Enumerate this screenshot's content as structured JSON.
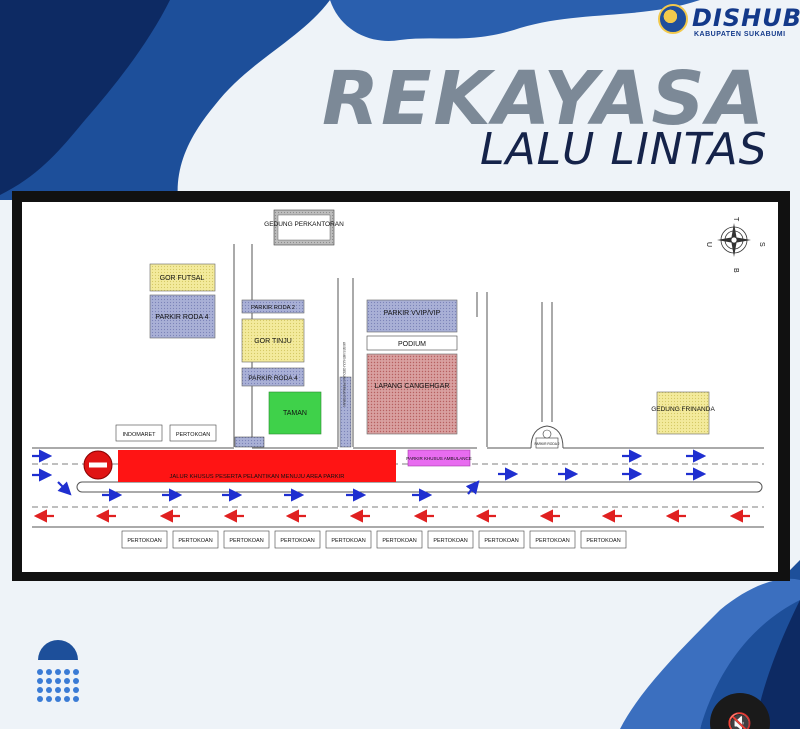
{
  "brand": {
    "name": "DISHUB",
    "subtitle": "KABUPATEN SUKABUMI",
    "logo_icon": "globe-logo-icon"
  },
  "headline": {
    "line1": "REKAYASA",
    "line2": "LALU LINTAS"
  },
  "colors": {
    "primary_blue": "#1d4f9a",
    "dark_navy": "#0d2a63",
    "title_gray": "#7c8997",
    "route_red": "#ff0000",
    "arrow_blue": "#1f2fd0",
    "arrow_red": "#e02020"
  },
  "map": {
    "compass": {
      "north": "T",
      "west": "U",
      "east": "S",
      "south": "B"
    },
    "buildings": {
      "gedung_perkantoran": "GEDUNG PERKANTORAN",
      "gor_futsal": "GOR FUTSAL",
      "parkir_roda4_a": "PARKIR RODA 4",
      "parkir_roda2": "PARKIR RODA 2",
      "gor_tinju": "GOR TINJU",
      "parkir_roda4_b": "PARKIR RODA 4",
      "taman": "TAMAN",
      "parkir_vvip": "PARKIR VVIP/VIP",
      "podium": "PODIUM",
      "lapang_cangehgar": "LAPANG CANGEHGAR",
      "gedung_frinanda": "GEDUNG FRINANDA",
      "indomaret": "INDOMARET",
      "pertokoan_top": "PERTOKOAN",
      "parkir_khusus_ambulance": "PARKIR KHUSUS AMBULANCE",
      "vertical_road_label": "AKSES MENUJU GEDUNG PERKANTORAN",
      "small_box_label": "PARKIR RODA 2"
    },
    "route_label": "JALUR KHUSUS PESERTA PELANTIKAN MENUJU AREA PARKIR",
    "shops_bottom": [
      "PERTOKOAN",
      "PERTOKOAN",
      "PERTOKOAN",
      "PERTOKOAN",
      "PERTOKOAN",
      "PERTOKOAN",
      "PERTOKOAN",
      "PERTOKOAN",
      "PERTOKOAN",
      "PERTOKOAN"
    ]
  },
  "controls": {
    "mute_icon": "speaker-muted-icon"
  }
}
